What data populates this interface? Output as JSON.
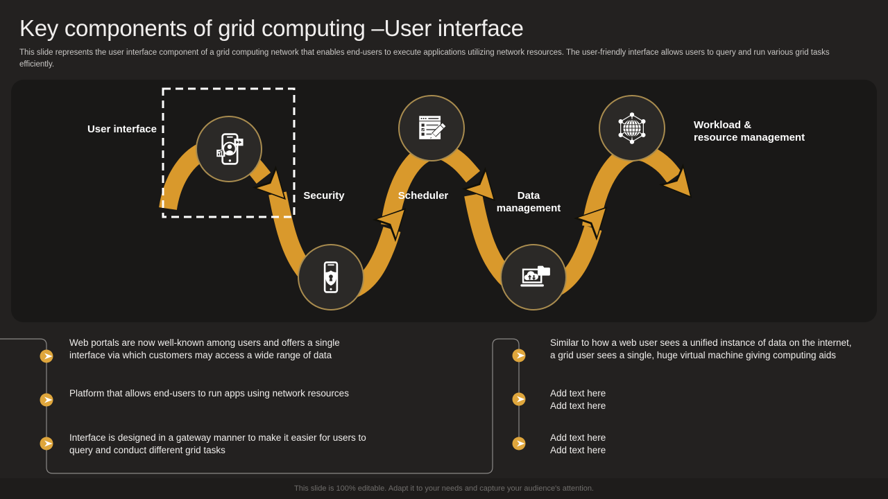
{
  "slide": {
    "title": "Key components of grid computing –User interface",
    "subtitle": "This slide represents the user interface component of a grid computing network that enables end-users to execute applications utilizing network resources. The user-friendly interface allows users to query and run various grid tasks efficiently.",
    "footer": "This slide is 100% editable. Adapt it to your needs and capture your audience's attention."
  },
  "diagram": {
    "nodes": [
      {
        "id": "user-interface",
        "label": "User interface",
        "icon": "phone-user-icon",
        "highlighted": true
      },
      {
        "id": "security",
        "label": "Security",
        "icon": "phone-shield-icon",
        "highlighted": false
      },
      {
        "id": "scheduler",
        "label": "Scheduler",
        "icon": "checklist-pencil-icon",
        "highlighted": false
      },
      {
        "id": "data-management",
        "label": "Data\nmanagement",
        "icon": "laptop-cloud-icon",
        "highlighted": false
      },
      {
        "id": "workload",
        "label": "Workload &\nresource management",
        "icon": "globe-network-icon",
        "highlighted": false
      }
    ],
    "colors": {
      "background": "#232120",
      "panel_bg": "#191817",
      "arrow_gold": "#D9992C",
      "circle_fill": "#2B2927",
      "circle_border": "#A98C4F",
      "bullet_gold": "#DFA63C",
      "dashed_highlight": "#FFFFFF"
    }
  },
  "notes": {
    "left": [
      "Web portals are now well-known among users and offers a single interface via which customers may access a wide range of data",
      "Platform that allows end-users to run apps using network resources",
      "Interface is designed in a gateway manner to make it easier for users to query and conduct different grid tasks"
    ],
    "right": [
      "Similar to how a web user sees a unified instance of data on the internet, a grid user sees a single, huge virtual machine giving computing aids",
      "Add text here\nAdd text here",
      "Add text here\nAdd text here"
    ]
  }
}
